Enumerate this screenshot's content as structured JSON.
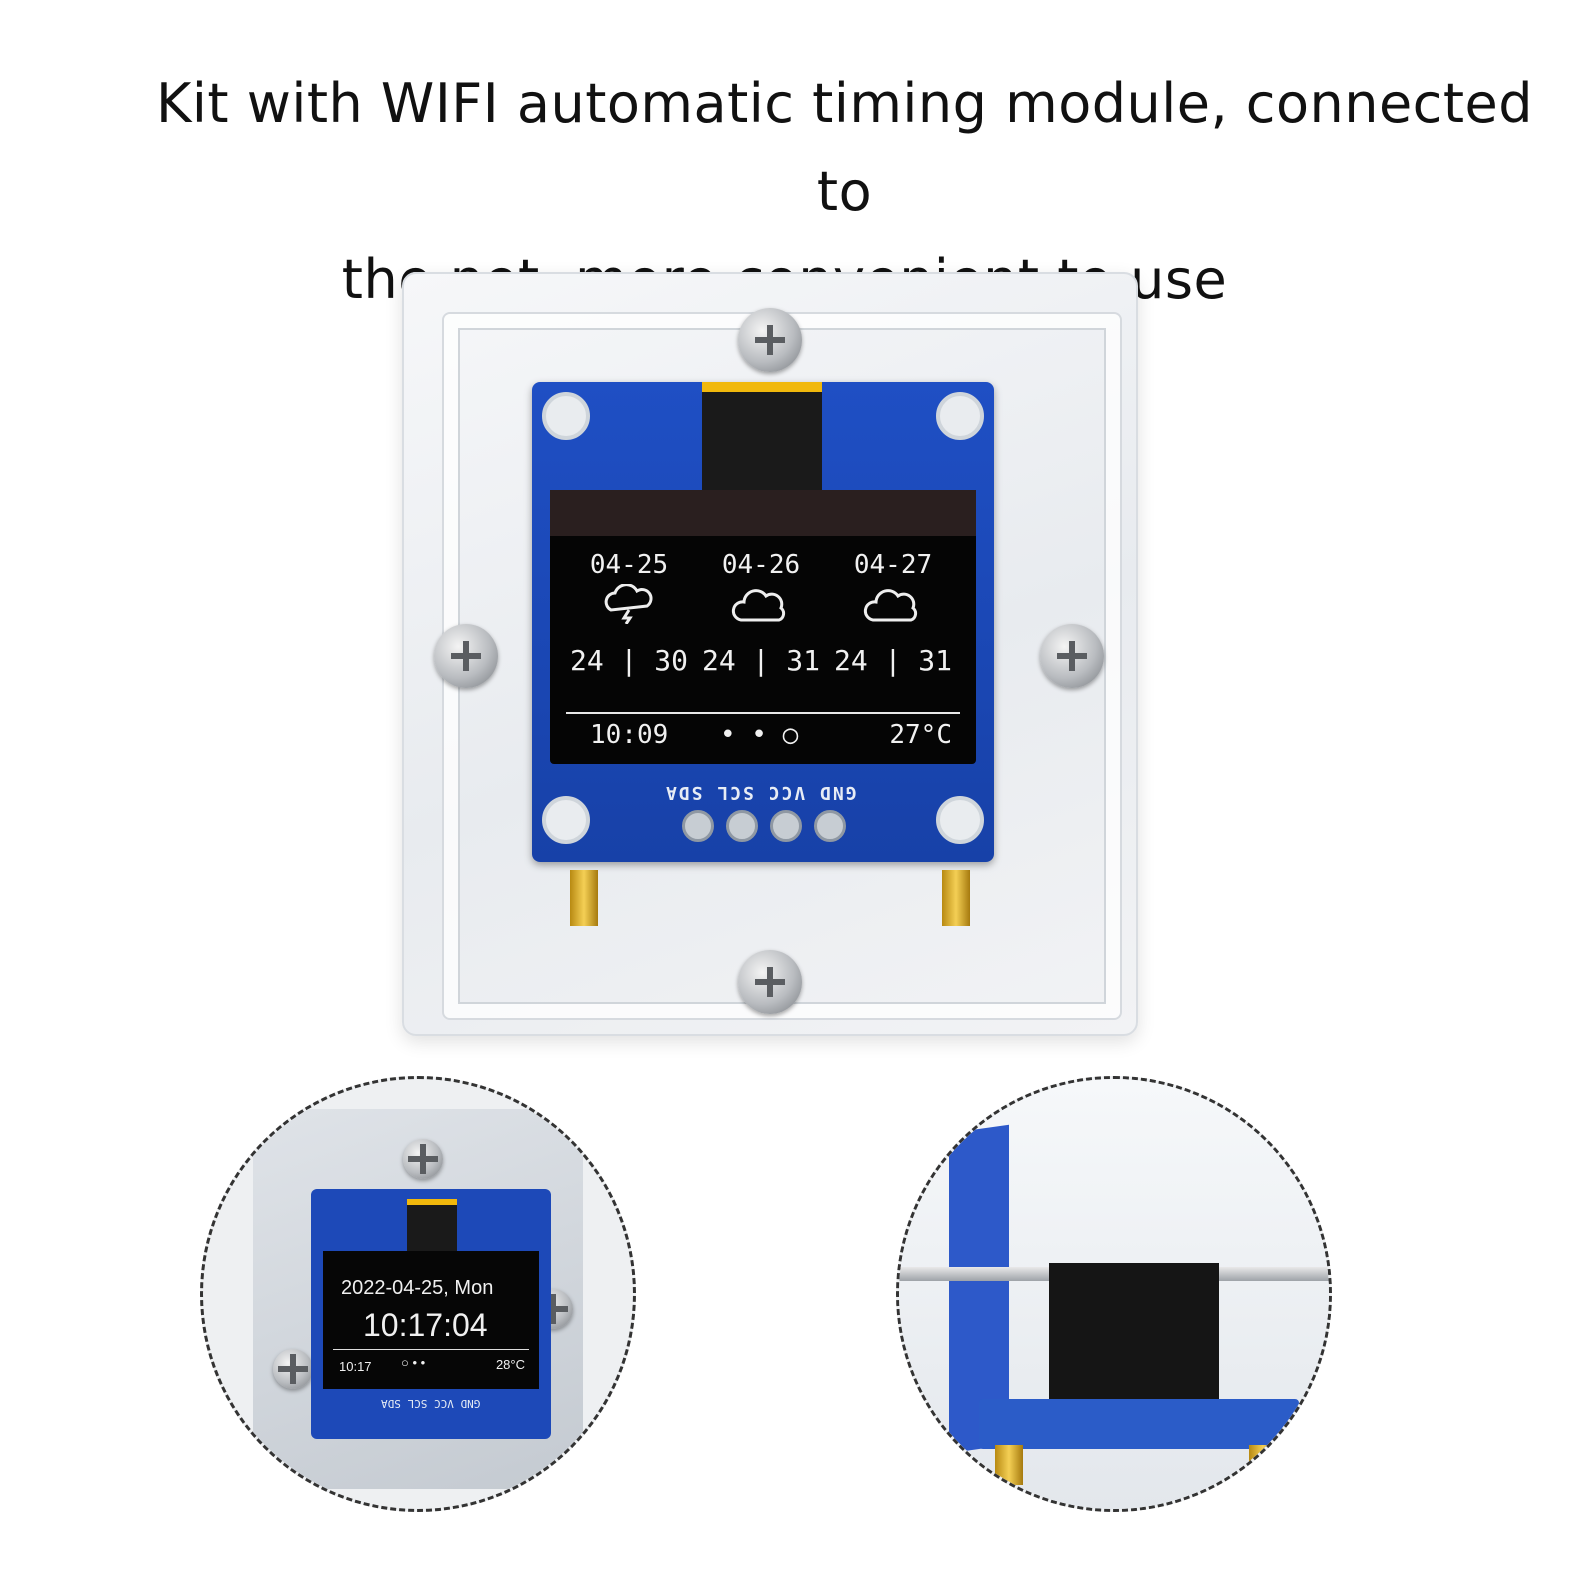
{
  "headline": {
    "line1": "Kit with WIFI automatic timing module, connected to",
    "line2": "the net, more convenient to use"
  },
  "main_display": {
    "forecast": [
      {
        "date": "04-25",
        "icon": "thunderstorm-cloud-icon",
        "temps": "24 | 30"
      },
      {
        "date": "04-26",
        "icon": "cloud-icon",
        "temps": "24 | 31"
      },
      {
        "date": "04-27",
        "icon": "cloud-icon",
        "temps": "24 | 31"
      }
    ],
    "time": "10:09",
    "page_indicator": "• • ○",
    "temperature": "27°C",
    "pin_labels": "GND VCC SCL SDA"
  },
  "detail_left": {
    "date": "2022-04-25, Mon",
    "clock": "10:17:04",
    "small_time": "10:17",
    "page_indicator": "○ • •",
    "temperature": "28°C",
    "pin_labels": "GND VCC SCL SDA"
  },
  "colors": {
    "pcb_blue": "#1f4fc4",
    "ribbon_gold": "#f1b80c",
    "oled_black": "#050505"
  }
}
